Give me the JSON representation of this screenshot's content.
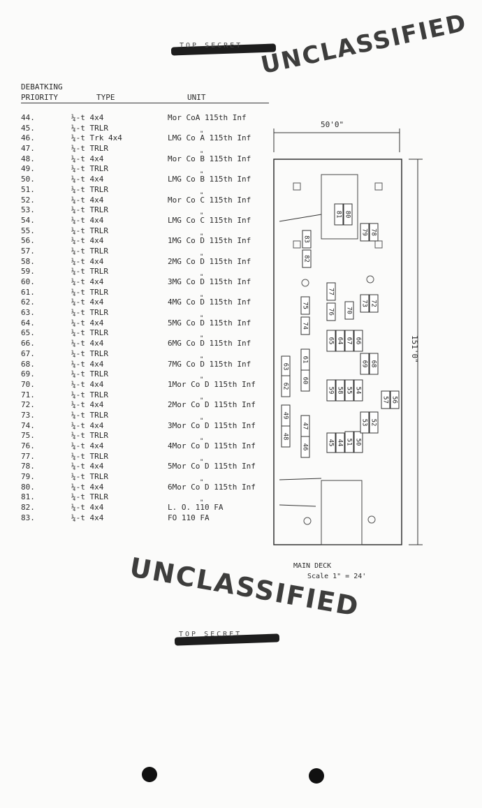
{
  "marks": {
    "top": "TOP SECRET",
    "bottom": "TOP SECRET"
  },
  "stamps": {
    "top": "UNCLASSIFIED",
    "bottom": "UNCLASSIFIED"
  },
  "header": {
    "priority_line1": "DEBATKING",
    "priority_line2": "PRIORITY",
    "type": "TYPE",
    "unit": "UNIT"
  },
  "rows": [
    {
      "p": "44.",
      "t": "¼-t 4x4",
      "u": "Mor CoA 115th Inf"
    },
    {
      "p": "45.",
      "t": "¼-t TRLR",
      "u": "\""
    },
    {
      "p": "46.",
      "t": "¼-t Trk 4x4",
      "u": "LMG Co A 115th Inf"
    },
    {
      "p": "47.",
      "t": "¼-t TRLR",
      "u": "\""
    },
    {
      "p": "48.",
      "t": "¼-t 4x4",
      "u": "Mor Co B 115th Inf"
    },
    {
      "p": "49.",
      "t": "¼-t TRLR",
      "u": "\""
    },
    {
      "p": "50.",
      "t": "¼-t 4x4",
      "u": "LMG Co B 115th Inf"
    },
    {
      "p": "51.",
      "t": "¼-t TRLR",
      "u": "\""
    },
    {
      "p": "52.",
      "t": "¼-t 4x4",
      "u": "Mor Co C 115th Inf"
    },
    {
      "p": "53.",
      "t": "¼-t TRLR",
      "u": "\""
    },
    {
      "p": "54.",
      "t": "¼-t 4x4",
      "u": "LMG Co C 115th Inf"
    },
    {
      "p": "55.",
      "t": "¼-t TRLR",
      "u": "\""
    },
    {
      "p": "56.",
      "t": "¼-t 4x4",
      "u": "1MG Co D 115th Inf"
    },
    {
      "p": "57.",
      "t": "¼-t TRLR",
      "u": "\""
    },
    {
      "p": "58.",
      "t": "¼-t 4x4",
      "u": "2MG Co D 115th Inf"
    },
    {
      "p": "59.",
      "t": "¼-t TRLR",
      "u": "\""
    },
    {
      "p": "60.",
      "t": "¼-t 4x4",
      "u": "3MG Co D 115th Inf"
    },
    {
      "p": "61.",
      "t": "¼-t TRLR",
      "u": "\""
    },
    {
      "p": "62.",
      "t": "¼-t 4x4",
      "u": "4MG Co D 115th Inf"
    },
    {
      "p": "63.",
      "t": "¼-t TRLR",
      "u": "\""
    },
    {
      "p": "64.",
      "t": "¼-t 4x4",
      "u": "5MG Co D 115th Inf"
    },
    {
      "p": "65.",
      "t": "¼-t TRLR",
      "u": "\""
    },
    {
      "p": "66.",
      "t": "¼-t 4x4",
      "u": "6MG Co D 115th Inf"
    },
    {
      "p": "67.",
      "t": "¼-t TRLR",
      "u": "\""
    },
    {
      "p": "68.",
      "t": "¼-t 4x4",
      "u": "7MG Co D 115th Inf"
    },
    {
      "p": "69.",
      "t": "¼-t TRLR",
      "u": "\""
    },
    {
      "p": "70.",
      "t": "¼-t 4x4",
      "u": "1Mor Co D 115th Inf"
    },
    {
      "p": "71.",
      "t": "¼-t TRLR",
      "u": "\""
    },
    {
      "p": "72.",
      "t": "¼-t 4x4",
      "u": "2Mor Co D 115th Inf"
    },
    {
      "p": "73.",
      "t": "¼-t TRLR",
      "u": "\""
    },
    {
      "p": "74.",
      "t": "¼-t 4x4",
      "u": "3Mor Co D 115th Inf"
    },
    {
      "p": "75.",
      "t": "¼-t TRLR",
      "u": "\""
    },
    {
      "p": "76.",
      "t": "¼-t 4x4",
      "u": "4Mor Co D 115th Inf"
    },
    {
      "p": "77.",
      "t": "¼-t TRLR",
      "u": "\""
    },
    {
      "p": "78.",
      "t": "¼-t 4x4",
      "u": "5Mor Co D 115th Inf"
    },
    {
      "p": "79.",
      "t": "¼-t TRLR",
      "u": "\""
    },
    {
      "p": "80.",
      "t": "¼-t 4x4",
      "u": "6Mor Co D 115th Inf"
    },
    {
      "p": "81.",
      "t": "¼-t TRLR",
      "u": "\""
    },
    {
      "p": "82.",
      "t": "¼-t 4x4",
      "u": "L. O. 110 FA"
    },
    {
      "p": "83.",
      "t": "¼-t 4x4",
      "u": "FO 110 FA"
    }
  ],
  "diagram": {
    "width_label": "50'0\"",
    "length_label": "151'0\"",
    "title": "MAIN DECK",
    "scale": "Scale 1\" = 24'",
    "vehicles": [
      "81",
      "80",
      "79",
      "78",
      "83",
      "82",
      "77",
      "76",
      "70",
      "73",
      "72",
      "75",
      "74",
      "65",
      "64",
      "67",
      "66",
      "69",
      "68",
      "63",
      "62",
      "61",
      "60",
      "59",
      "58",
      "55",
      "54",
      "57",
      "56",
      "49",
      "48",
      "47",
      "46",
      "45",
      "44",
      "51",
      "50",
      "53",
      "52"
    ]
  }
}
